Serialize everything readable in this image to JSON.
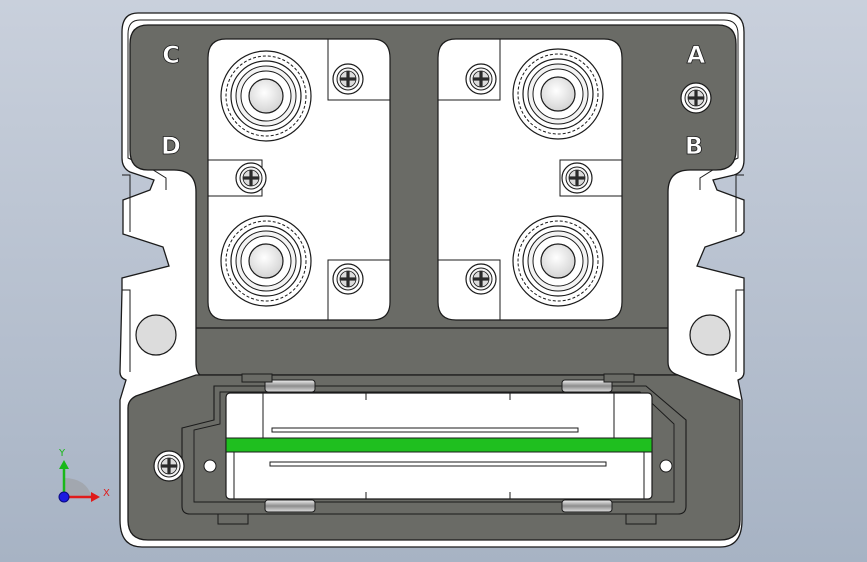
{
  "viewport": {
    "background_top": "#c9d0dc",
    "background_bottom": "#a7b3c4"
  },
  "part": {
    "body_color": "#6a6b66",
    "face_color": "#ffffff",
    "rail_color": "#1fbf1f",
    "outline_color": "#1b1b1b"
  },
  "corner_marks": {
    "top_left": "C",
    "top_right": "A",
    "left_lower": "D",
    "right_lower": "B"
  },
  "triad": {
    "x_label": "X",
    "y_label": "Y",
    "x_color": "#e01b1b",
    "y_color": "#19b819",
    "z_color": "#1b1be0"
  }
}
